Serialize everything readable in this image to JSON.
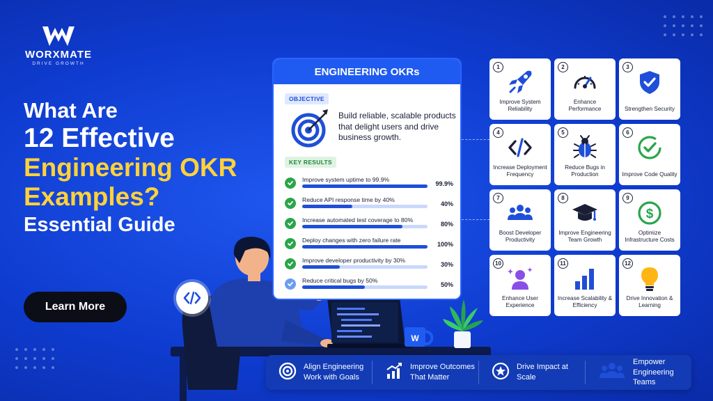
{
  "logo": {
    "brand": "WORXMATE",
    "tagline": "DRIVE GROWTH"
  },
  "headline": {
    "line1": "What Are",
    "line2": "12 Effective",
    "line3": "Engineering OKR",
    "line4": "Examples?",
    "line5": "Essential Guide"
  },
  "cta": {
    "label": "Learn More"
  },
  "okr_card": {
    "title": "ENGINEERING OKRs",
    "objective_label": "OBJECTIVE",
    "objective_text": "Build reliable, scalable products that delight users and drive business growth.",
    "key_results_label": "KEY RESULTS",
    "key_results": [
      {
        "text": "Improve system uptime to 99.9%",
        "progress_label": "99.9%",
        "progress": 99.9,
        "done": true
      },
      {
        "text": "Reduce API response time by 40%",
        "progress_label": "40%",
        "progress": 40,
        "done": true
      },
      {
        "text": "Increase automated test coverage to 80%",
        "progress_label": "80%",
        "progress": 80,
        "done": true
      },
      {
        "text": "Deploy changes with zero failure rate",
        "progress_label": "100%",
        "progress": 100,
        "done": true
      },
      {
        "text": "Improve developer productivity by 30%",
        "progress_label": "30%",
        "progress": 30,
        "done": true
      },
      {
        "text": "Reduce critical bugs by 50%",
        "progress_label": "50%",
        "progress": 50,
        "done": false
      }
    ]
  },
  "tiles": [
    {
      "num": "1",
      "label": "Improve System Reliability",
      "icon": "rocket-icon"
    },
    {
      "num": "2",
      "label": "Enhance Performance",
      "icon": "speedometer-icon"
    },
    {
      "num": "3",
      "label": "Strengthen Security",
      "icon": "shield-icon"
    },
    {
      "num": "4",
      "label": "Increase Deployment Frequency",
      "icon": "code-icon"
    },
    {
      "num": "5",
      "label": "Reduce Bugs in Production",
      "icon": "bug-icon"
    },
    {
      "num": "6",
      "label": "Improve Code Quality",
      "icon": "check-circle-icon"
    },
    {
      "num": "7",
      "label": "Boost Developer Productivity",
      "icon": "team-icon"
    },
    {
      "num": "8",
      "label": "Improve Engineering Team Growth",
      "icon": "graduation-cap-icon"
    },
    {
      "num": "9",
      "label": "Optimize Infrastructure Costs",
      "icon": "dollar-icon"
    },
    {
      "num": "10",
      "label": "Enhance User Experience",
      "icon": "user-star-icon"
    },
    {
      "num": "11",
      "label": "Increase Scalability & Efficiency",
      "icon": "bar-chart-icon"
    },
    {
      "num": "12",
      "label": "Drive Innovation & Learning",
      "icon": "lightbulb-icon"
    }
  ],
  "bottom_bar": [
    {
      "text": "Align Engineering Work with Goals",
      "icon": "target-icon"
    },
    {
      "text": "Improve Outcomes That Matter",
      "icon": "trend-up-icon"
    },
    {
      "text": "Drive Impact at Scale",
      "icon": "star-badge-icon"
    },
    {
      "text": "Empower Engineering Teams",
      "icon": "team-icon"
    }
  ],
  "colors": {
    "background": "#1447e6",
    "accent_yellow": "#ffd23a",
    "card_header": "#1f5bf0",
    "check_green": "#2aa54b"
  }
}
